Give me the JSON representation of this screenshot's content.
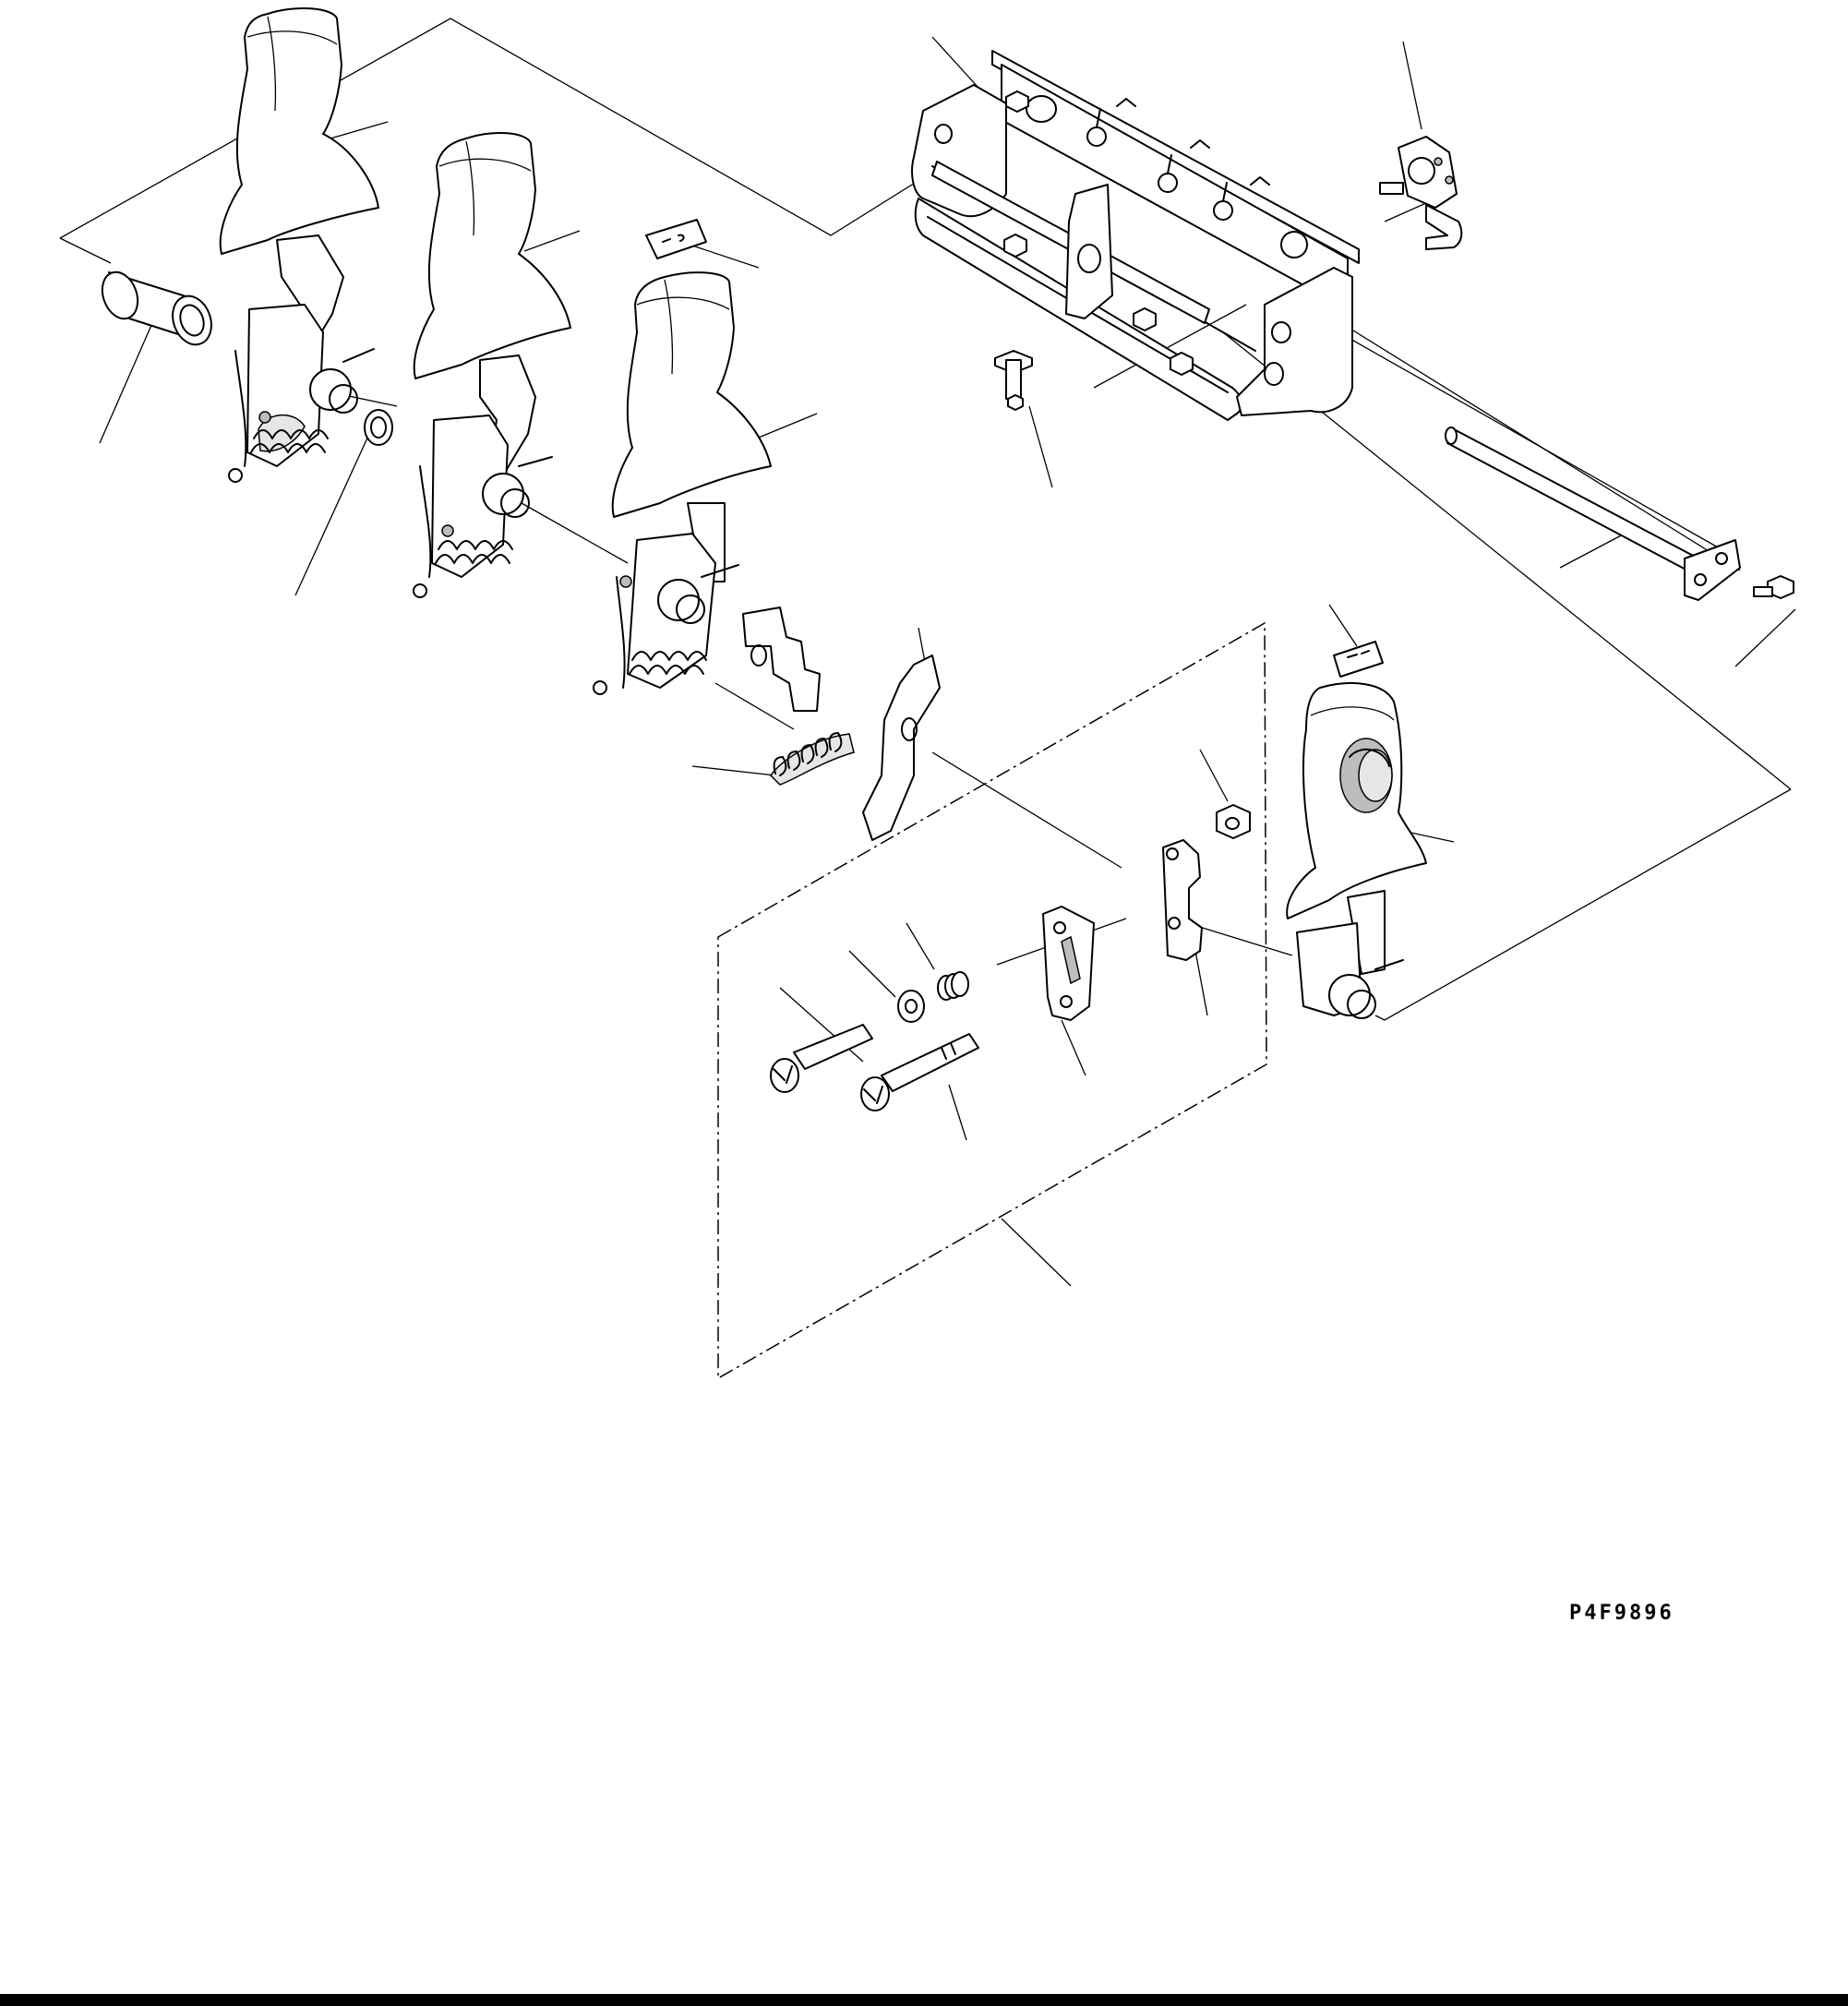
{
  "drawing_code": "P4F9896",
  "colors": {
    "line": "#000000",
    "paper": "#ffffff",
    "shade": "#e6e6e6"
  },
  "parts": [
    {
      "id": "lever-1",
      "icon": "lever-icon"
    },
    {
      "id": "lever-2",
      "icon": "lever-icon"
    },
    {
      "id": "lever-3",
      "icon": "lever-icon"
    },
    {
      "id": "lever-4-with-switch",
      "icon": "lever-icon"
    },
    {
      "id": "bracket-box",
      "icon": "bracket-icon"
    },
    {
      "id": "potentiometer",
      "icon": "sensor-icon"
    },
    {
      "id": "shaft",
      "icon": "shaft-icon"
    },
    {
      "id": "bolt",
      "icon": "bolt-icon"
    },
    {
      "id": "collar",
      "icon": "collar-icon"
    },
    {
      "id": "washer",
      "icon": "washer-icon"
    },
    {
      "id": "plate",
      "icon": "plate-icon"
    },
    {
      "id": "spring",
      "icon": "spring-icon"
    },
    {
      "id": "detent-kit",
      "icon": "kit-icon"
    }
  ]
}
